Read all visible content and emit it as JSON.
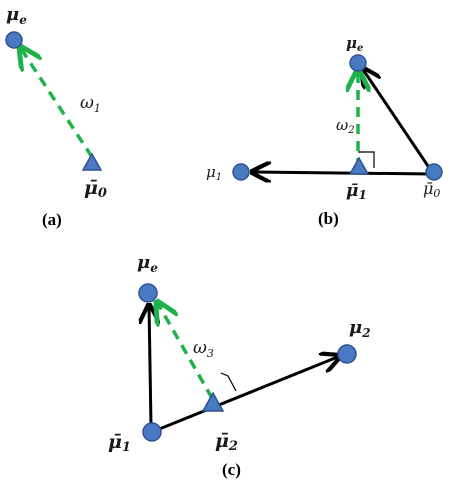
{
  "colors": {
    "node_fill": "#4a79c4",
    "node_stroke": "#2f528f",
    "black_arrow": "#000000",
    "green_dash": "#20b24a"
  },
  "panel_a": {
    "caption": "(a)",
    "mu_e": "μ",
    "mu_e_sub": "e",
    "mu0": "μ̄",
    "mu0_sub": "0",
    "omega": "ω",
    "omega_sub": "1"
  },
  "panel_b": {
    "caption": "(b)",
    "mu_e": "μ",
    "mu_e_sub": "e",
    "mu1": "μ",
    "mu1_sub": "1",
    "mu1bar": "μ̄",
    "mu1bar_sub": "1",
    "mu0bar": "μ̄",
    "mu0bar_sub": "0",
    "omega": "ω",
    "omega_sub": "2"
  },
  "panel_c": {
    "caption": "(c)",
    "mu_e": "μ",
    "mu_e_sub": "e",
    "mu2": "μ",
    "mu2_sub": "2",
    "mu1bar": "μ̄",
    "mu1bar_sub": "1",
    "mu2bar": "μ̄",
    "mu2bar_sub": "2",
    "omega": "ω",
    "omega_sub": "3"
  }
}
